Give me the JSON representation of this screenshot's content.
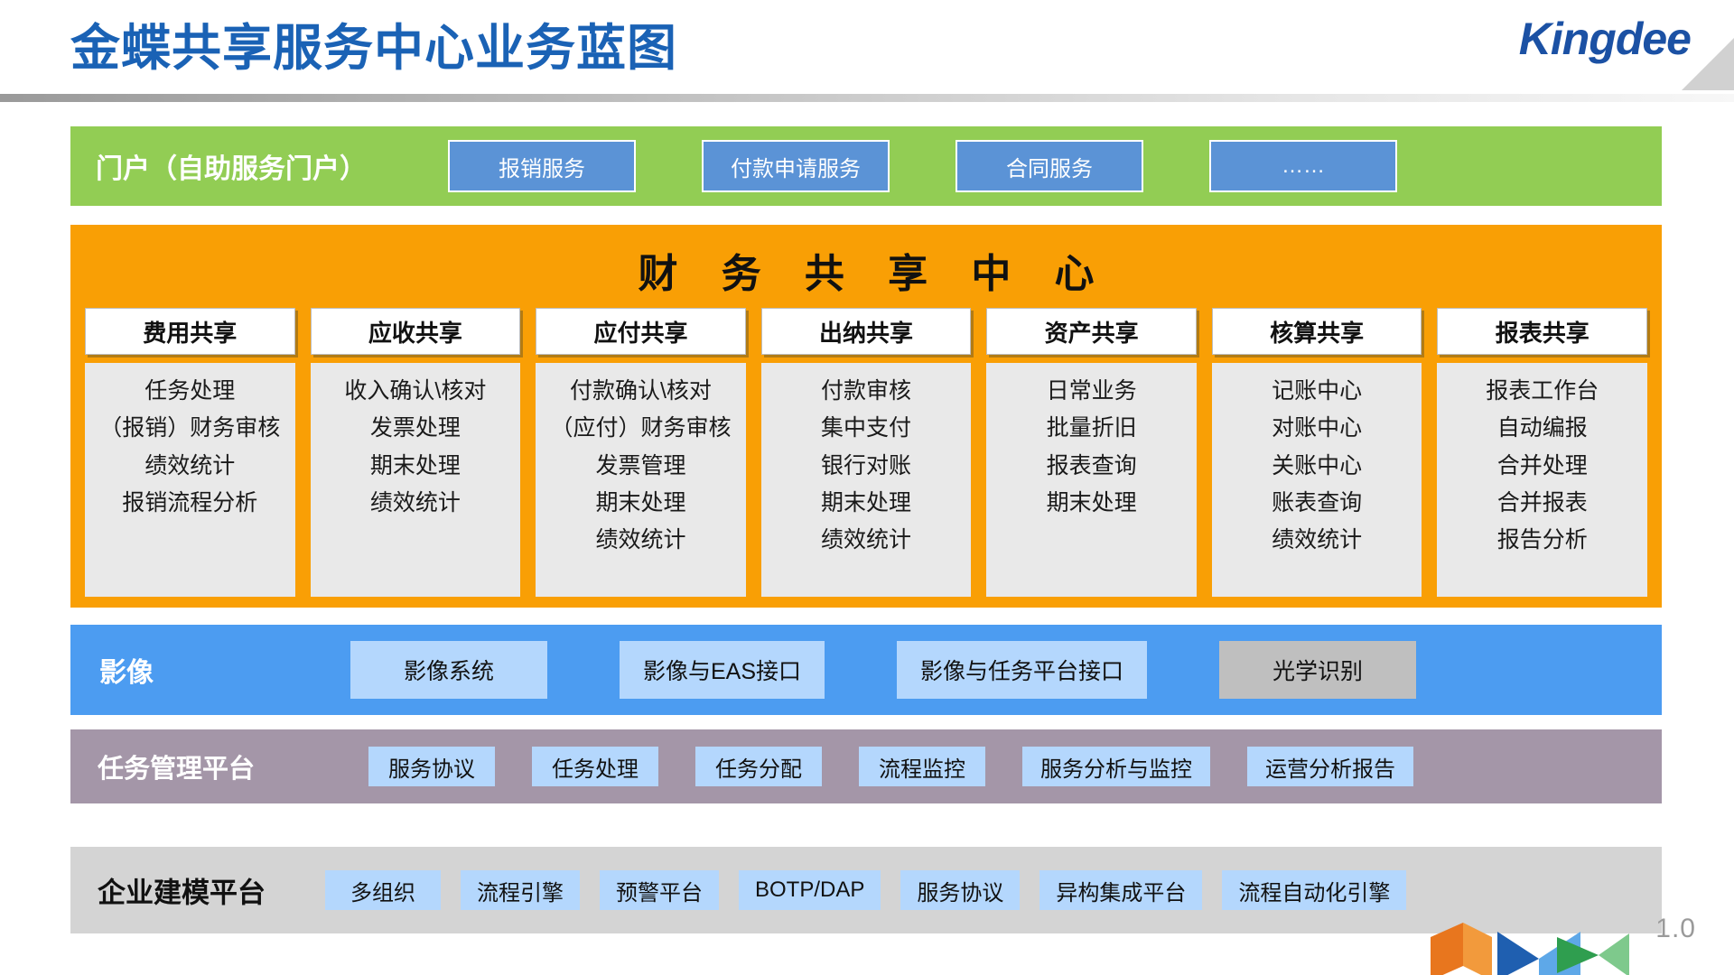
{
  "header": {
    "title": "金蝶共享服务中心业务蓝图",
    "brand": "Kingdee",
    "title_color": "#1a62b5",
    "brand_color": "#1b51a4"
  },
  "portal": {
    "label": "门户（自助服务门户）",
    "band_color": "#92cd54",
    "button_color": "#5b93d6",
    "buttons": [
      {
        "label": "报销服务"
      },
      {
        "label": "付款申请服务"
      },
      {
        "label": "合同服务"
      },
      {
        "label": "……"
      }
    ]
  },
  "fsc": {
    "title": "财 务 共 享 中 心",
    "band_color": "#f99f05",
    "columns": [
      {
        "header": "费用共享",
        "items": [
          "任务处理",
          "（报销）财务审核",
          "绩效统计",
          "报销流程分析"
        ]
      },
      {
        "header": "应收共享",
        "items": [
          "收入确认\\核对",
          "发票处理",
          "期末处理",
          "绩效统计"
        ]
      },
      {
        "header": "应付共享",
        "items": [
          "付款确认\\核对",
          "（应付）财务审核",
          "发票管理",
          "期末处理",
          "绩效统计"
        ]
      },
      {
        "header": "出纳共享",
        "items": [
          "付款审核",
          "集中支付",
          "银行对账",
          "期末处理",
          "绩效统计"
        ]
      },
      {
        "header": "资产共享",
        "items": [
          "日常业务",
          "批量折旧",
          "报表查询",
          "期末处理"
        ]
      },
      {
        "header": "核算共享",
        "items": [
          "记账中心",
          "对账中心",
          "关账中心",
          "账表查询",
          "绩效统计"
        ]
      },
      {
        "header": "报表共享",
        "items": [
          "报表工作台",
          "自动编报",
          "合并处理",
          "合并报表",
          "报告分析"
        ]
      }
    ]
  },
  "imaging": {
    "label": "影像",
    "band_color": "#4c9cf1",
    "button_color": "#b4d7fd",
    "buttons": [
      {
        "label": "影像系统",
        "style": "blue"
      },
      {
        "label": "影像与EAS接口",
        "style": "blue"
      },
      {
        "label": "影像与任务平台接口",
        "style": "blue"
      },
      {
        "label": "光学识别",
        "style": "gray"
      }
    ]
  },
  "task_platform": {
    "label": "任务管理平台",
    "band_color": "#a496a8",
    "button_color": "#b4d7fd",
    "buttons": [
      {
        "label": "服务协议"
      },
      {
        "label": "任务处理"
      },
      {
        "label": "任务分配"
      },
      {
        "label": "流程监控"
      },
      {
        "label": "服务分析与监控"
      },
      {
        "label": "运营分析报告"
      }
    ]
  },
  "modeling_platform": {
    "label": "企业建模平台",
    "band_color": "#d4d4d4",
    "button_color": "#b4d7fd",
    "buttons": [
      {
        "label": "多组织"
      },
      {
        "label": "流程引擎"
      },
      {
        "label": "预警平台"
      },
      {
        "label": "BOTP/DAP"
      },
      {
        "label": "服务协议"
      },
      {
        "label": "异构集成平台"
      },
      {
        "label": "流程自动化引擎"
      }
    ]
  },
  "footer": {
    "version": "1.0"
  }
}
